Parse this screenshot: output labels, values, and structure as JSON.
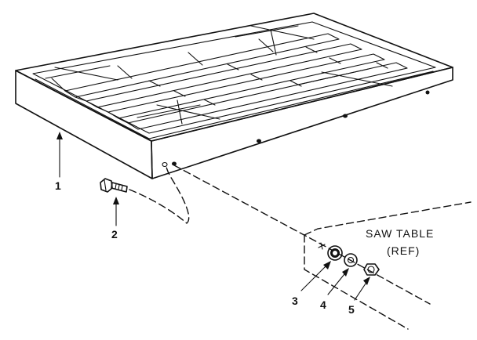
{
  "diagram": {
    "reference_label": {
      "line1": "SAW TABLE",
      "line2": "(REF)"
    },
    "callouts": [
      {
        "id": "1",
        "text": "1"
      },
      {
        "id": "2",
        "text": "2"
      },
      {
        "id": "3",
        "text": "3"
      },
      {
        "id": "4",
        "text": "4"
      },
      {
        "id": "5",
        "text": "5"
      }
    ]
  }
}
